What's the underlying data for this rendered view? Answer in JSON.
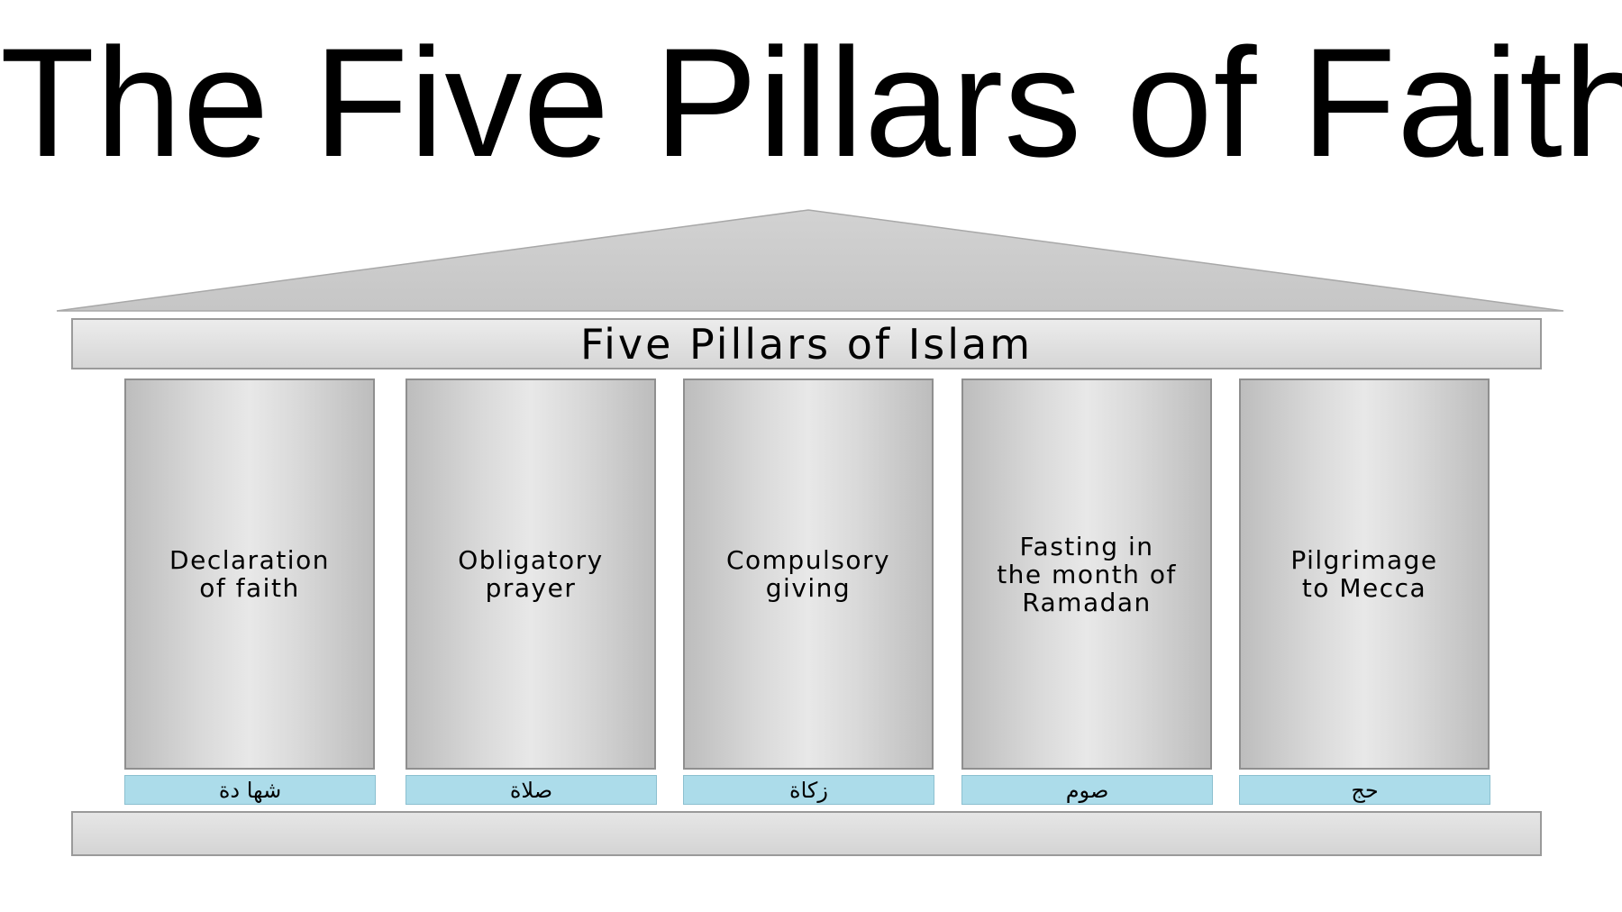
{
  "title": "The Five Pillars of Faith",
  "temple": {
    "architrave_label": "Five Pillars of Islam",
    "pillars": [
      {
        "label": "Declaration\nof faith",
        "arabic": "شها دة"
      },
      {
        "label": "Obligatory\nprayer",
        "arabic": "صلاة"
      },
      {
        "label": "Compulsory\ngiving",
        "arabic": "زكاة"
      },
      {
        "label": "Fasting in\nthe month of\nRamadan",
        "arabic": "صوم"
      },
      {
        "label": "Pilgrimage\nto Mecca",
        "arabic": "حج"
      }
    ]
  },
  "colors": {
    "roof": "#cfcfcf",
    "pillar_edge": "#bdbdbd",
    "pillar_center": "#e8e8e8",
    "base_tag": "#acdcea",
    "text": "#000000"
  }
}
